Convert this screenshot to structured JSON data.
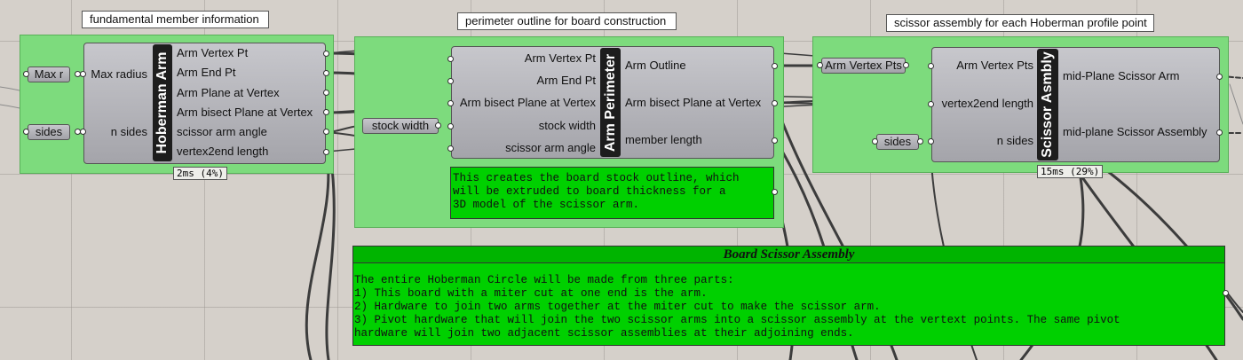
{
  "groups": [
    {
      "title": "fundamental member information"
    },
    {
      "title": "perimeter outline for board construction"
    },
    {
      "title": "scissor assembly for each Hoberman profile point"
    }
  ],
  "hoberman_arm": {
    "name": "Hoberman Arm",
    "inputs": [
      "Max radius",
      "n sides"
    ],
    "outputs": [
      "Arm Vertex Pt",
      "Arm End Pt",
      "Arm Plane at Vertex",
      "Arm bisect Plane at Vertex",
      "scissor arm angle",
      "vertex2end length"
    ],
    "timer": "2ms (4%)"
  },
  "arm_perimeter": {
    "name": "Arm Perimeter",
    "inputs": [
      "Arm Vertex Pt",
      "Arm End Pt",
      "Arm bisect Plane at Vertex",
      "stock width",
      "scissor arm angle"
    ],
    "outputs": [
      "Arm Outline",
      "Arm bisect Plane at Vertex",
      "member length"
    ]
  },
  "scissor_asmbly": {
    "name": "Scissor Asmbly",
    "inputs": [
      "Arm Vertex Pts",
      "vertex2end length",
      "n sides"
    ],
    "outputs": [
      "mid-Plane Scissor Arm",
      "mid-plane Scissor Assembly"
    ],
    "timer": "15ms (29%)"
  },
  "params": {
    "max_r": "Max r",
    "sides_left": "sides",
    "stock_width": "stock width",
    "arm_vertex_pts": "Arm Vertex Pts",
    "sides_right": "sides"
  },
  "notes": {
    "outline": "This creates the board stock outline, which\nwill be extruded to board thickness for a\n3D model of the scissor arm.",
    "assembly_title": "Board Scissor Assembly",
    "assembly_body": "The entire Hoberman Circle will be made from three parts:\n1) This board with a miter cut at one end is the arm.\n2) Hardware to join two arms together at the miter cut to make the scissor arm.\n3) Pivot hardware that will join the two scissor arms into a scissor assembly at the vertext points. The same pivot\nhardware will join two adjacent scissor assemblies at their adjoining ends."
  },
  "colors": {
    "canvas": "#d5d0ca",
    "group": "#7ddb7d",
    "panel": "#00d000",
    "component": "#b4b4ba",
    "wire": "#3c3c3c"
  }
}
